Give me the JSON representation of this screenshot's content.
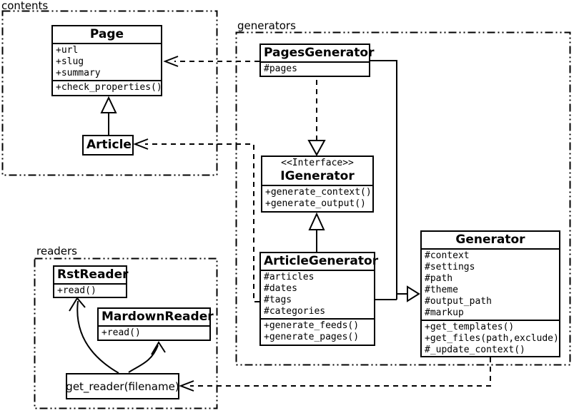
{
  "colors": {
    "line": "#000000",
    "background": "#ffffff"
  },
  "packages": {
    "contents": {
      "label": "contents"
    },
    "generators": {
      "label": "generators"
    },
    "readers": {
      "label": "readers"
    }
  },
  "classes": {
    "page": {
      "name": "Page",
      "attributes": [
        "+url",
        "+slug",
        "+summary"
      ],
      "methods": [
        "+check_properties()"
      ]
    },
    "article": {
      "name": "Article"
    },
    "pages_generator": {
      "name": "PagesGenerator",
      "attributes": [
        "#pages"
      ]
    },
    "igenerator": {
      "stereotype": "<<Interface>>",
      "name": "IGenerator",
      "methods": [
        "+generate_context()",
        "+generate_output()"
      ]
    },
    "article_generator": {
      "name": "ArticleGenerator",
      "attributes": [
        "#articles",
        "#dates",
        "#tags",
        "#categories"
      ],
      "methods": [
        "+generate_feeds()",
        "+generate_pages()"
      ]
    },
    "generator": {
      "name": "Generator",
      "attributes": [
        "#context",
        "#settings",
        "#path",
        "#theme",
        "#output_path",
        "#markup"
      ],
      "methods": [
        "+get_templates()",
        "+get_files(path,exclude)",
        "#_update_context()"
      ]
    },
    "rst_reader": {
      "name": "RstReader",
      "methods": [
        "+read()"
      ]
    },
    "mardown_reader": {
      "name": "MardownReader",
      "methods": [
        "+read()"
      ]
    },
    "get_reader": {
      "name": "get_reader(filename)"
    }
  },
  "relationships": [
    {
      "type": "generalization",
      "from": "Article",
      "to": "Page"
    },
    {
      "type": "dependency",
      "from": "PagesGenerator",
      "to": "Page"
    },
    {
      "type": "dependency",
      "from": "ArticleGenerator",
      "to": "Article"
    },
    {
      "type": "realization",
      "from": "PagesGenerator",
      "to": "IGenerator"
    },
    {
      "type": "generalization",
      "from": "ArticleGenerator",
      "to": "IGenerator"
    },
    {
      "type": "generalization",
      "from": "PagesGenerator",
      "to": "Generator"
    },
    {
      "type": "generalization",
      "from": "ArticleGenerator",
      "to": "Generator"
    },
    {
      "type": "dependency",
      "from": "Generator",
      "to": "get_reader(filename)"
    },
    {
      "type": "call",
      "from": "get_reader(filename)",
      "to": "RstReader"
    },
    {
      "type": "call",
      "from": "get_reader(filename)",
      "to": "MardownReader"
    }
  ]
}
